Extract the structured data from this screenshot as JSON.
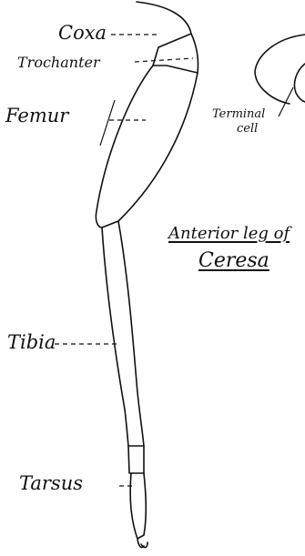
{
  "figure": {
    "labels": {
      "coxa": "Coxa",
      "trochanter": "Trochanter",
      "terminal_cell_line1": "Terminal",
      "terminal_cell_line2": "cell",
      "femur": "Femur",
      "tibia": "Tibia",
      "tarsus": "Tarsus"
    },
    "caption": {
      "line1": "Anterior leg of",
      "line2": "Ceresa"
    },
    "colors": {
      "ink": "#111111",
      "paper": "#ffffff"
    }
  }
}
